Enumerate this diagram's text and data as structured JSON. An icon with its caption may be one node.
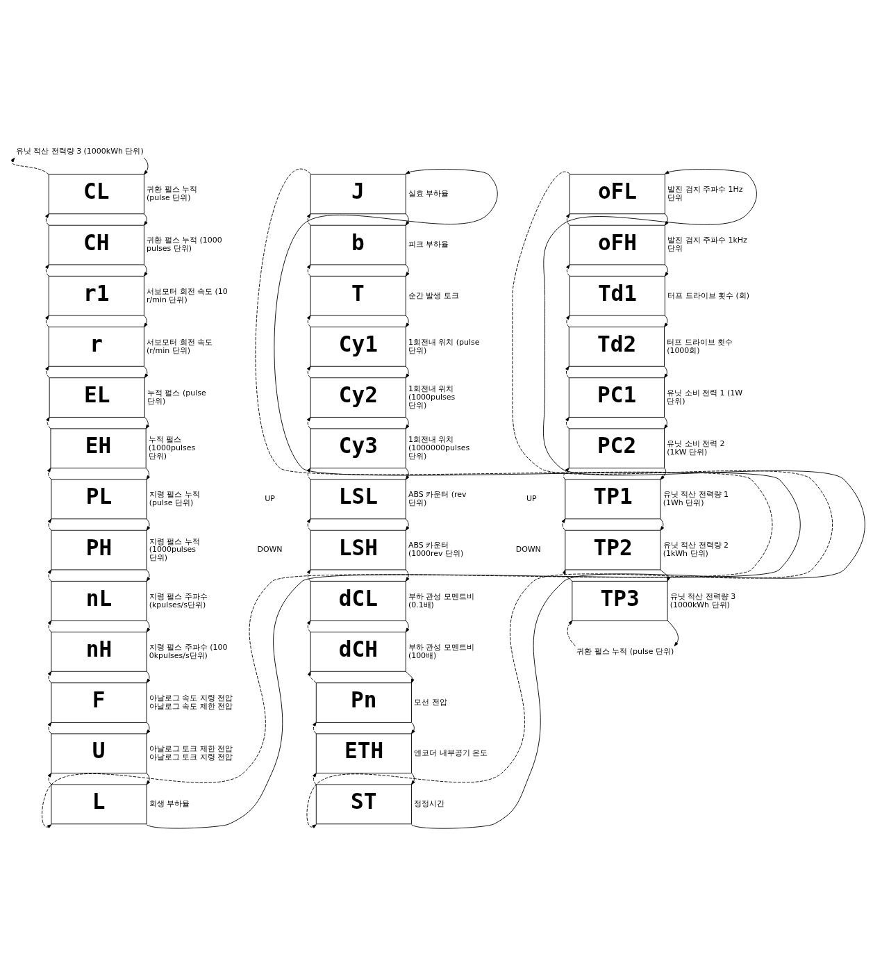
{
  "diagram": {
    "nodes": [
      {
        "text": [
          "유닛 적산 전력량 3 (1000kWh 단위)"
        ]
      },
      {
        "text": [
          "CL"
        ],
        "beside": [
          "귀환 펄스 누적 (pulse 단위)"
        ]
      },
      {
        "text": [
          "CH"
        ],
        "beside": [
          "귀환 펄스 누적 (1000 pulses 단위)"
        ]
      },
      {
        "text": [
          "r1"
        ],
        "beside": [
          "서보모터 회전 속도 (10 r/min 단위)"
        ]
      },
      {
        "text": [
          "r"
        ],
        "beside": [
          "서보모터 회전 속도 (r/min 단위)"
        ]
      },
      {
        "text": [
          "EL"
        ],
        "beside": [
          "누적 펄스 (pulse 단위)"
        ]
      },
      {
        "text": [
          "EH"
        ],
        "beside": [
          "누적 펄스 (1000pulses 단위)"
        ]
      },
      {
        "text": [
          "PL"
        ],
        "beside": [
          "지령 펄스 누적 (pulse 단위)"
        ]
      },
      {
        "text": [
          "PH"
        ],
        "beside": [
          "지령 펄스 누적 (1000pulses 단위)"
        ]
      },
      {
        "text": [
          "nL"
        ],
        "beside": [
          "지령 펄스 주파수 (kpulses/s단위)"
        ]
      },
      {
        "text": [
          "nH"
        ],
        "beside": [
          "지령 펄스 주파수 (1000kpulses/s단위)"
        ]
      },
      {
        "text": [
          "F"
        ],
        "beside": [
          "아날로그 속도 지령 전압 아날로그 속도 제한 전압"
        ]
      },
      {
        "text": [
          "U"
        ],
        "beside": [
          "아날로그 토크 제한 전압 아날로그 토크 지령 전압"
        ]
      },
      {
        "text": [
          "L"
        ],
        "beside": [
          "회생 부하율"
        ]
      },
      {
        "text": [
          "J"
        ],
        "beside": [
          "실효 부하율"
        ]
      },
      {
        "text": [
          "b"
        ],
        "beside": [
          "피크 부하율"
        ]
      },
      {
        "text": [
          "T"
        ],
        "beside": [
          "순간 발생 토크"
        ]
      },
      {
        "text": [
          "Cy1"
        ],
        "beside": [
          "1회전내 위치 (pulse 단위)"
        ]
      },
      {
        "text": [
          "Cy2"
        ],
        "beside": [
          "1회전내 위치 (1000pulses 단위)"
        ]
      },
      {
        "text": [
          "Cy3"
        ],
        "beside": [
          "1회전내 위치 (1000000pulses 단위)"
        ]
      },
      {
        "text": [
          "LSL"
        ],
        "beside": [
          "ABS 카운터 (rev 단위)"
        ]
      },
      {
        "text": [
          "LSH"
        ],
        "beside": [
          "ABS 카운터 (1000rev 단위)"
        ]
      },
      {
        "text": [
          "dCL"
        ],
        "beside": [
          "부하 관성 모멘트비 (0.1배)"
        ]
      },
      {
        "text": [
          "dCH"
        ],
        "beside": [
          "부하 관성 모멘트비 (100배)"
        ]
      },
      {
        "text": [
          "Pn"
        ],
        "beside": [
          "모선 전압"
        ]
      },
      {
        "text": [
          "ETH"
        ],
        "beside": [
          "엔코더 내부공기 온도"
        ]
      },
      {
        "text": [
          "ST"
        ],
        "beside": [
          "정정시간"
        ]
      },
      {
        "text": [
          "oFL"
        ],
        "beside": [
          "발진 검지 주파수 1Hz 단위"
        ]
      },
      {
        "text": [
          "oFH"
        ],
        "beside": [
          "발진 검지 주파수 1kHz 단위"
        ]
      },
      {
        "text": [
          "Td1"
        ],
        "beside": [
          "터프 드라이브 횟수 (회)"
        ]
      },
      {
        "text": [
          "Td2"
        ],
        "beside": [
          "터프 드라이브 횟수 (1000회)"
        ]
      },
      {
        "text": [
          "PC1"
        ],
        "beside": [
          "유닛 소비 전력 1 (1W 단위)"
        ]
      },
      {
        "text": [
          "PC2"
        ],
        "beside": [
          "유닛 소비 전력 2 (1kW 단위)"
        ]
      },
      {
        "text": [
          "TP1"
        ],
        "beside": [
          "유닛 적산 전력량 1 (1Wh 단위)"
        ]
      },
      {
        "text": [
          "TP2"
        ],
        "beside": [
          "유닛 적산 전력량 2 (1kWh 단위)"
        ]
      },
      {
        "text": [
          "TP3"
        ],
        "beside": [
          "유닛 적산 전력량 3 (1000kWh 단위)"
        ]
      },
      {
        "text": [
          "귀환 펄스 누적 (pulse 단위)"
        ]
      }
    ],
    "edges": [
      {
        "from": 0,
        "to": 1,
        "arrow": "to"
      },
      {
        "from": 1,
        "to": 0,
        "arrow": "to",
        "style": "dashed"
      },
      {
        "from": 1,
        "to": 2,
        "arrow": "to"
      },
      {
        "from": 2,
        "to": 1,
        "arrow": "to",
        "style": "dashed"
      },
      {
        "from": 2,
        "to": 3,
        "arrow": "to"
      },
      {
        "from": 3,
        "to": 2,
        "arrow": "to",
        "style": "dashed"
      },
      {
        "from": 3,
        "to": 4,
        "arrow": "to"
      },
      {
        "from": 4,
        "to": 3,
        "arrow": "to",
        "style": "dashed"
      },
      {
        "from": 4,
        "to": 5,
        "arrow": "to"
      },
      {
        "from": 5,
        "to": 4,
        "arrow": "to",
        "style": "dashed"
      },
      {
        "from": 5,
        "to": 6,
        "arrow": "to"
      },
      {
        "from": 6,
        "to": 5,
        "arrow": "to",
        "style": "dashed"
      },
      {
        "from": 6,
        "to": 7,
        "arrow": "to"
      },
      {
        "from": 7,
        "to": 6,
        "arrow": "to",
        "style": "dashed"
      },
      {
        "from": 7,
        "to": 8,
        "arrow": "to"
      },
      {
        "from": 8,
        "to": 7,
        "arrow": "to",
        "style": "dashed"
      },
      {
        "from": 8,
        "to": 9,
        "arrow": "to"
      },
      {
        "from": 9,
        "to": 8,
        "arrow": "to",
        "style": "dashed"
      },
      {
        "from": 9,
        "to": 10,
        "arrow": "to"
      },
      {
        "from": 10,
        "to": 9,
        "arrow": "to",
        "style": "dashed"
      },
      {
        "from": 10,
        "to": 11,
        "arrow": "to"
      },
      {
        "from": 11,
        "to": 10,
        "arrow": "to",
        "style": "dashed"
      },
      {
        "from": 11,
        "to": 12,
        "arrow": "to"
      },
      {
        "from": 12,
        "to": 11,
        "arrow": "to",
        "style": "dashed"
      },
      {
        "from": 12,
        "to": 13,
        "arrow": "to"
      },
      {
        "from": 13,
        "to": 12,
        "arrow": "to",
        "style": "dashed"
      },
      {
        "from": 13,
        "to": 14,
        "arrow": "to"
      },
      {
        "from": 14,
        "to": 13,
        "arrow": "to",
        "style": "dashed"
      },
      {
        "from": 14,
        "to": 15,
        "arrow": "to"
      },
      {
        "from": 15,
        "to": 14,
        "arrow": "to",
        "style": "dashed"
      },
      {
        "from": 15,
        "to": 16,
        "arrow": "to"
      },
      {
        "from": 16,
        "to": 15,
        "arrow": "to",
        "style": "dashed"
      },
      {
        "from": 16,
        "to": 17,
        "arrow": "to"
      },
      {
        "from": 17,
        "to": 16,
        "arrow": "to",
        "style": "dashed"
      },
      {
        "from": 17,
        "to": 18,
        "arrow": "to"
      },
      {
        "from": 18,
        "to": 17,
        "arrow": "to",
        "style": "dashed"
      },
      {
        "from": 18,
        "to": 19,
        "arrow": "to"
      },
      {
        "from": 19,
        "to": 18,
        "arrow": "to",
        "style": "dashed"
      },
      {
        "from": 19,
        "to": 20,
        "arrow": "to"
      },
      {
        "from": 20,
        "to": 19,
        "arrow": "to",
        "style": "dashed"
      },
      {
        "from": 20,
        "to": 21,
        "arrow": "to"
      },
      {
        "from": 21,
        "to": 20,
        "arrow": "to",
        "style": "dashed"
      },
      {
        "from": 21,
        "to": 22,
        "arrow": "to"
      },
      {
        "from": 22,
        "to": 21,
        "arrow": "to",
        "style": "dashed"
      },
      {
        "from": 22,
        "to": 23,
        "arrow": "to"
      },
      {
        "from": 23,
        "to": 22,
        "arrow": "to",
        "style": "dashed"
      },
      {
        "from": 23,
        "to": 24,
        "arrow": "to"
      },
      {
        "from": 24,
        "to": 23,
        "arrow": "to",
        "style": "dashed"
      },
      {
        "from": 24,
        "to": 25,
        "arrow": "to"
      },
      {
        "from": 25,
        "to": 24,
        "arrow": "to",
        "style": "dashed"
      },
      {
        "from": 25,
        "to": 26,
        "arrow": "to"
      },
      {
        "from": 26,
        "to": 25,
        "arrow": "to",
        "style": "dashed"
      },
      {
        "from": 26,
        "to": 27,
        "arrow": "to"
      },
      {
        "from": 27,
        "to": 26,
        "arrow": "to",
        "style": "dashed"
      },
      {
        "from": 27,
        "to": 28,
        "arrow": "to"
      },
      {
        "from": 28,
        "to": 27,
        "arrow": "to",
        "style": "dashed"
      },
      {
        "from": 28,
        "to": 29,
        "arrow": "to"
      },
      {
        "from": 29,
        "to": 28,
        "arrow": "to",
        "style": "dashed"
      },
      {
        "from": 29,
        "to": 30,
        "arrow": "to"
      },
      {
        "from": 30,
        "to": 29,
        "arrow": "to",
        "style": "dashed"
      },
      {
        "from": 30,
        "to": 31,
        "arrow": "to"
      },
      {
        "from": 31,
        "to": 30,
        "arrow": "to",
        "style": "dashed"
      },
      {
        "from": 31,
        "to": 32,
        "arrow": "to"
      },
      {
        "from": 32,
        "to": 31,
        "arrow": "to",
        "style": "dashed"
      },
      {
        "from": 32,
        "to": 33,
        "arrow": "to"
      },
      {
        "from": 33,
        "to": 32,
        "arrow": "to",
        "style": "dashed"
      },
      {
        "from": 33,
        "to": 34,
        "arrow": "to"
      },
      {
        "from": 34,
        "to": 33,
        "arrow": "to",
        "style": "dashed"
      },
      {
        "from": 34,
        "to": 35,
        "arrow": "to"
      },
      {
        "from": 35,
        "to": 34,
        "arrow": "to",
        "style": "dashed"
      },
      {
        "from": 35,
        "to": 36,
        "arrow": "to"
      },
      {
        "from": 36,
        "to": 35,
        "arrow": "to",
        "style": "dashed"
      }
    ],
    "labels": [
      "UP",
      "DOWN",
      "UP",
      "DOWN"
    ]
  }
}
